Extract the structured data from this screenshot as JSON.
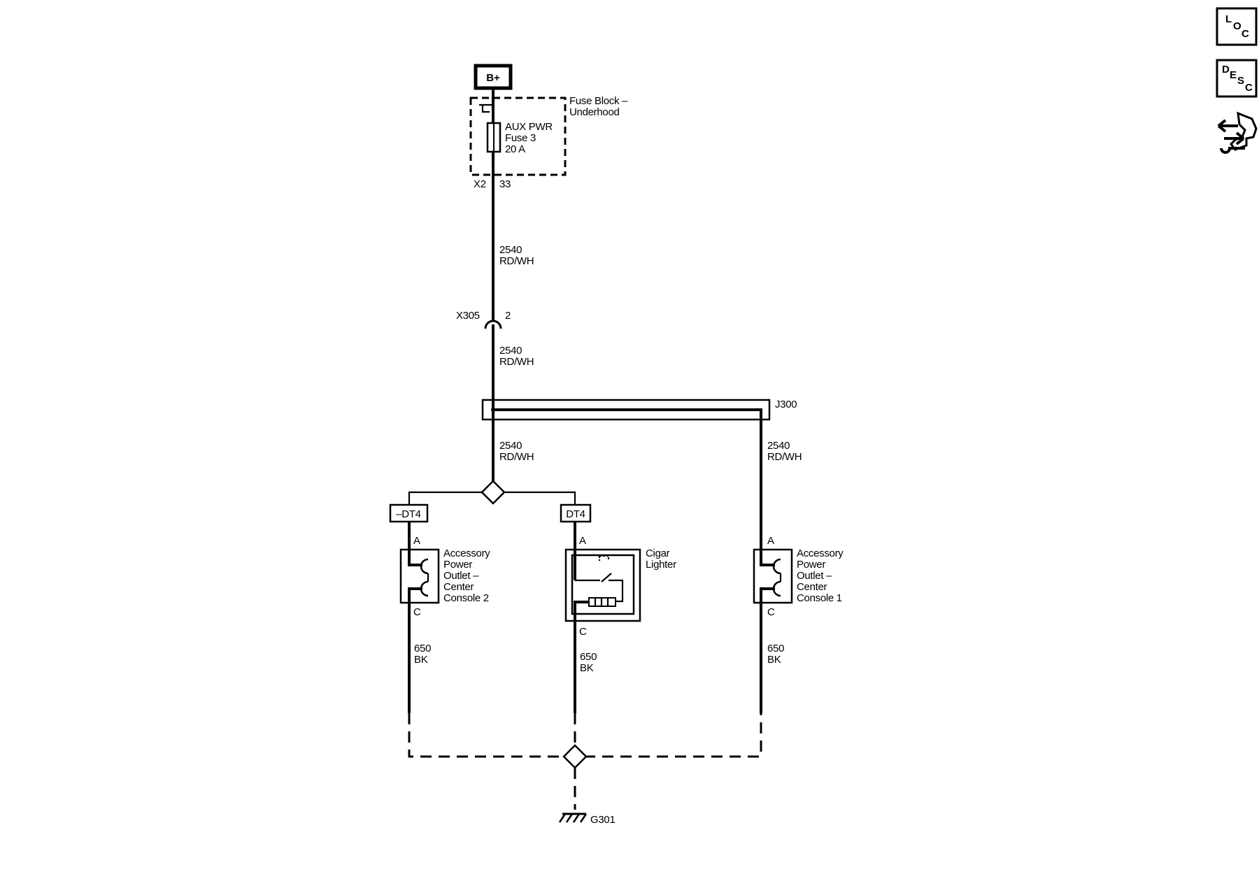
{
  "power": {
    "label": "B+"
  },
  "fuse_block": {
    "name_line1": "Fuse Block –",
    "name_line2": "Underhood",
    "fuse_line1": "AUX PWR",
    "fuse_line2": "Fuse 3",
    "fuse_line3": "20 A",
    "connector": "X2",
    "pin": "33"
  },
  "wires": {
    "w1": {
      "circuit": "2540",
      "color": "RD/WH"
    },
    "w2": {
      "circuit": "2540",
      "color": "RD/WH"
    },
    "w3": {
      "circuit": "2540",
      "color": "RD/WH"
    },
    "w4": {
      "circuit": "2540",
      "color": "RD/WH"
    },
    "g1": {
      "circuit": "650",
      "color": "BK"
    },
    "g2": {
      "circuit": "650",
      "color": "BK"
    },
    "g3": {
      "circuit": "650",
      "color": "BK"
    }
  },
  "inline_connector": {
    "name": "X305",
    "pin": "2"
  },
  "splice": {
    "name": "J300"
  },
  "tags": {
    "left": "–DT4",
    "middle": "DT4"
  },
  "components": {
    "outlet2": {
      "pin_a": "A",
      "pin_c": "C",
      "lines": [
        "Accessory",
        "Power",
        "Outlet –",
        "Center",
        "Console 2"
      ]
    },
    "lighter": {
      "pin_a": "A",
      "pin_c": "C",
      "lines": [
        "Cigar",
        "Lighter"
      ]
    },
    "outlet1": {
      "pin_a": "A",
      "pin_c": "C",
      "lines": [
        "Accessory",
        "Power",
        "Outlet –",
        "Center",
        "Console 1"
      ]
    }
  },
  "ground": {
    "name": "G301"
  },
  "side_icons": {
    "loc": {
      "l1": "L",
      "l2": "O",
      "l3": "C"
    },
    "desc": {
      "l1": "D",
      "l2": "E",
      "l3": "S",
      "l4": "C"
    },
    "third": "connector-arrows-icon"
  }
}
